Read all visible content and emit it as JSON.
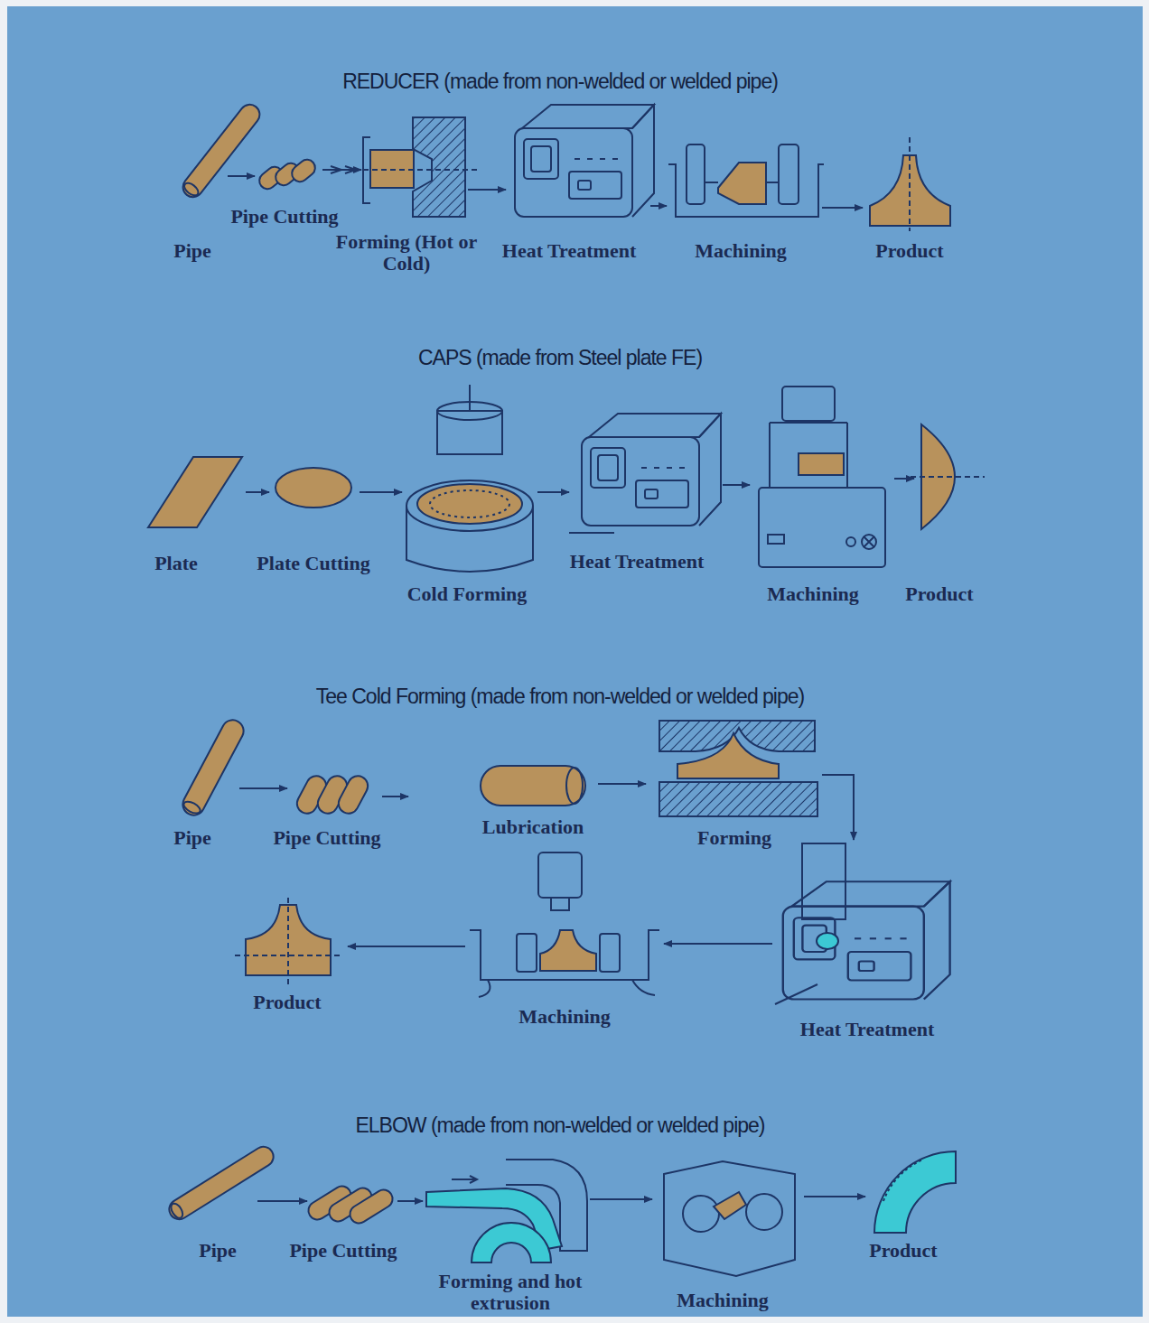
{
  "diagram": {
    "nodes": [
      {
        "text": [
          "Pipe"
        ]
      },
      {
        "text": [
          "Pipe Cutting"
        ]
      },
      {
        "text": [
          "Forming (Hot or Cold)"
        ]
      },
      {
        "text": [
          "Heat Treatment"
        ]
      },
      {
        "text": [
          "Machining"
        ]
      },
      {
        "text": [
          "Product"
        ]
      },
      {
        "text": [
          "Plate"
        ]
      },
      {
        "text": [
          "Plate Cutting"
        ]
      },
      {
        "text": [
          "Cold Forming"
        ]
      },
      {
        "text": [
          "Heat Treatment"
        ]
      },
      {
        "text": [
          "Machining"
        ]
      },
      {
        "text": [
          "Product"
        ]
      },
      {
        "text": [
          "Pipe"
        ]
      },
      {
        "text": [
          "Pipe Cutting"
        ]
      },
      {
        "text": [
          "Lubrication"
        ]
      },
      {
        "text": [
          "Forming"
        ]
      },
      {
        "text": [
          "Heat Treatment"
        ]
      },
      {
        "text": [
          "Machining"
        ]
      },
      {
        "text": [
          "Product"
        ]
      },
      {
        "text": [
          "Pipe"
        ]
      },
      {
        "text": [
          "Pipe Cutting"
        ]
      },
      {
        "text": [
          "Forming and hot extrusion"
        ]
      },
      {
        "text": [
          "Machining"
        ]
      },
      {
        "text": [
          "Product"
        ]
      }
    ],
    "edges": [
      {
        "from": 0,
        "to": 1,
        "arrow": "to"
      },
      {
        "from": 1,
        "to": 2,
        "arrow": "to"
      },
      {
        "from": 2,
        "to": 3,
        "arrow": "to"
      },
      {
        "from": 3,
        "to": 4,
        "arrow": "to"
      },
      {
        "from": 4,
        "to": 5,
        "arrow": "to"
      },
      {
        "from": 6,
        "to": 7,
        "arrow": "to"
      },
      {
        "from": 7,
        "to": 8,
        "arrow": "to"
      },
      {
        "from": 8,
        "to": 9,
        "arrow": "to"
      },
      {
        "from": 9,
        "to": 10,
        "arrow": "to"
      },
      {
        "from": 10,
        "to": 11,
        "arrow": "to"
      },
      {
        "from": 12,
        "to": 13,
        "arrow": "to"
      },
      {
        "from": 13,
        "to": 14,
        "arrow": "to"
      },
      {
        "from": 14,
        "to": 15,
        "arrow": "to"
      },
      {
        "from": 15,
        "to": 16,
        "arrow": "to"
      },
      {
        "from": 16,
        "to": 17,
        "arrow": "to"
      },
      {
        "from": 17,
        "to": 18,
        "arrow": "to"
      },
      {
        "from": 19,
        "to": 20,
        "arrow": "to"
      },
      {
        "from": 20,
        "to": 21,
        "arrow": "to"
      },
      {
        "from": 21,
        "to": 22,
        "arrow": "to"
      },
      {
        "from": 22,
        "to": 23,
        "arrow": "to"
      }
    ],
    "labels": [
      "REDUCER (made from non-welded or welded pipe)",
      "CAPS (made from Steel plate FE)",
      "Tee Cold Forming (made from non-welded or welded pipe)",
      "ELBOW (made from non-welded or welded pipe)"
    ]
  }
}
